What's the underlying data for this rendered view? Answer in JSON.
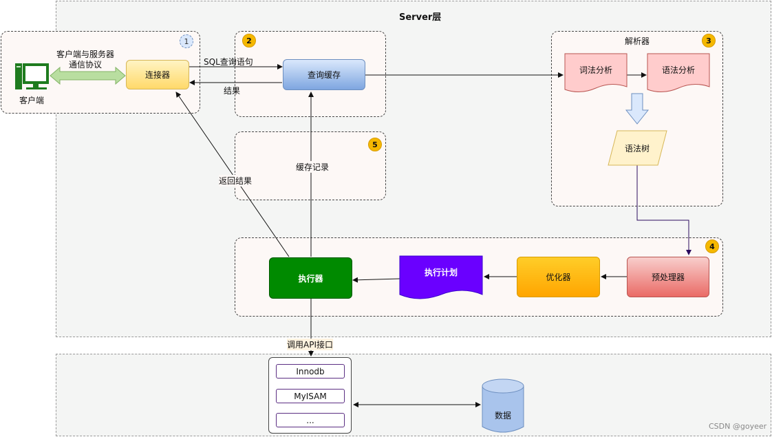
{
  "server_layer": {
    "title": "Server层"
  },
  "client": {
    "label": "客户端",
    "protocol_line1": "客户端与服务器",
    "protocol_line2": "通信协议"
  },
  "connector": {
    "label": "连接器",
    "badge": "1"
  },
  "query_cache": {
    "label": "查询缓存",
    "badge": "2",
    "sql_label": "SQL查询语句",
    "result_label": "结果"
  },
  "parser": {
    "title": "解析器",
    "badge": "3",
    "lexical": "词法分析",
    "syntax": "语法分析",
    "tree": "语法树"
  },
  "executor_group": {
    "badge": "4",
    "preprocessor": "预处理器",
    "optimizer": "优化器",
    "plan": "执行计划",
    "executor": "执行器"
  },
  "cache_record": {
    "badge": "5",
    "label": "缓存记录"
  },
  "return_result": "返回结果",
  "api_label": "调用API接口",
  "engines": [
    "Innodb",
    "MyISAM",
    "..."
  ],
  "data_label": "数据",
  "watermark": "CSDN @goyeer",
  "colors": {
    "connector": "#ffe08a",
    "cache": "#a9c4ec",
    "executor": "#008a00",
    "plan": "#6a00ff",
    "optimizer": "#ffc000",
    "preprocessor": "#ea8484",
    "doc": "#ffcccc",
    "tree": "#fff2cc",
    "badge_orange": "#f5b800",
    "badge_blue": "#dae8fc"
  },
  "icons": [
    "computer-icon",
    "double-arrow-icon",
    "down-arrow-icon",
    "database-icon"
  ]
}
